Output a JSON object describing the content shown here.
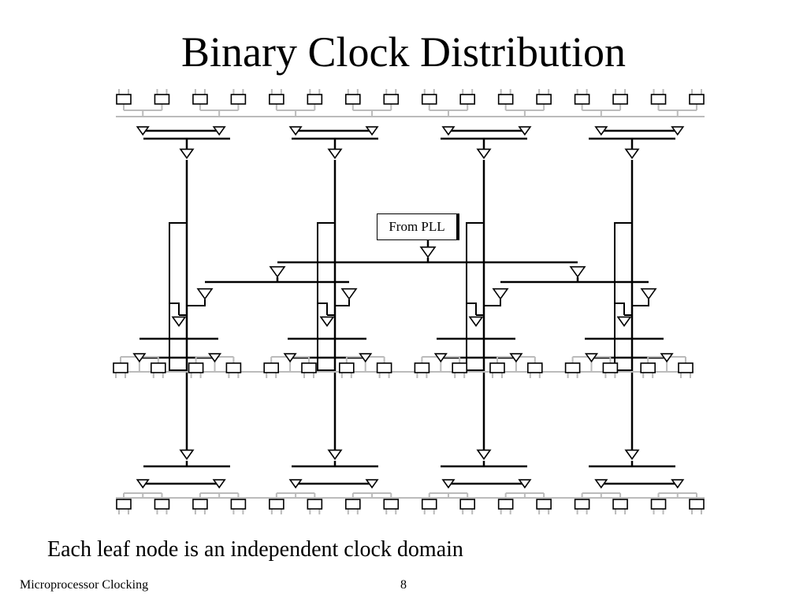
{
  "slide": {
    "title": "Binary Clock Distribution",
    "caption": "Each leaf node is an independent clock domain",
    "footer_left": "Microprocessor Clocking",
    "page_number": "8"
  },
  "diagram": {
    "source_label": "From PLL",
    "num_quadrants": 4,
    "leaves_per_quadrant": 8
  }
}
